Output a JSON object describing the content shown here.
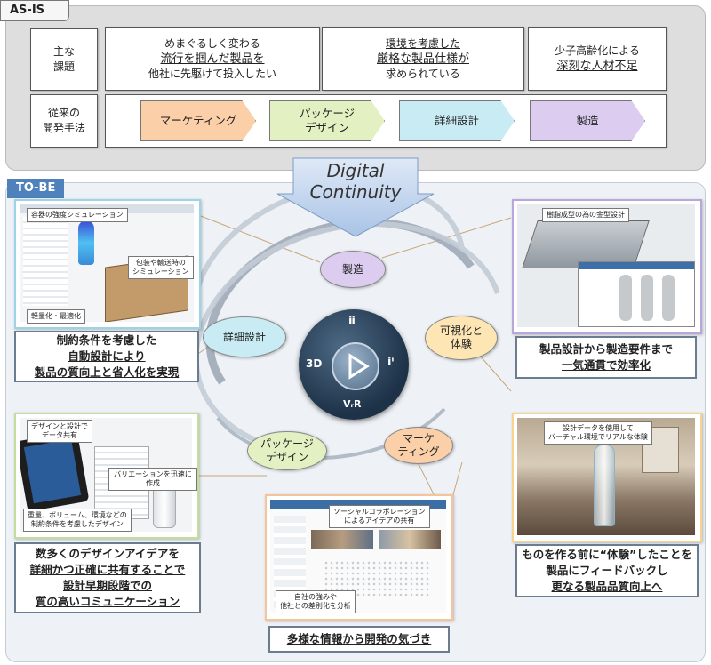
{
  "asis": {
    "tag": "AS-IS",
    "row1_label": [
      "主な",
      "課題"
    ],
    "challenges": [
      {
        "l1": "めまぐるしく変わる",
        "l2": "流行を掴んだ製品を",
        "l3": "他社に先駆けて投入したい"
      },
      {
        "l1": "環境を考慮した",
        "l2": "厳格な製品仕様が",
        "l3": "求められている"
      },
      {
        "l1": "少子高齢化による",
        "l2": "深刻な人材不足"
      }
    ],
    "row2_label": [
      "従来の",
      "開発手法"
    ],
    "process": [
      {
        "label": "マーケティング",
        "color": "#fbcfa8"
      },
      {
        "label": "パッケージ\nデザイン",
        "color": "#e3f1c2"
      },
      {
        "label": "詳細設計",
        "color": "#c9ecf4"
      },
      {
        "label": "製造",
        "color": "#dccdf0"
      }
    ]
  },
  "center": {
    "banner": [
      "Digital",
      "Continuity"
    ],
    "logo": {
      "top": "ⅱ",
      "left": "3D",
      "right": "iⁱ",
      "bottom": "VᵣR"
    }
  },
  "tobe": {
    "tag": "TO-BE",
    "ovals": {
      "manufacturing": "製造",
      "detail": "詳細設計",
      "package": [
        "パッケージ",
        "デザイン"
      ],
      "marketing": [
        "マーケ",
        "ティング"
      ],
      "visualize": [
        "可視化と",
        "体験"
      ]
    },
    "topleft": {
      "note1": "容器の強度シミュレーション",
      "note2": "包装や輸送時の\nシミュレーション",
      "note3": "軽量化・最適化",
      "caption": [
        "制約条件を考慮した",
        "自動設計により",
        "製品の質向上と省人化を実現"
      ]
    },
    "topright": {
      "note1": "樹脂成型の為の金型設計",
      "caption": [
        "製品設計から製造要件まで",
        "一気通貫で効率化"
      ]
    },
    "bottomleft": {
      "note1": "デザインと設計で\nデータ共有",
      "note2": "バリエーションを迅速に作成",
      "note3": "重量、ボリューム、環境などの\n制約条件を考慮したデザイン",
      "caption": [
        "数多くのデザインアイデアを",
        "詳細かつ正確に共有することで",
        "設計早期段階での",
        "質の高いコミュニケーション"
      ]
    },
    "bottommid": {
      "note1": "ソーシャルコラボレーション\nによるアイデアの共有",
      "note2": "自社の強みや\n他社との差別化を分析",
      "caption": "多様な情報から開発の気づき"
    },
    "bottomright": {
      "note1": "設計データを使用して\nバーチャル環境でリアルな体験",
      "caption": [
        "ものを作る前に“体験”したことを",
        "製品にフィードバックし",
        "更なる製品品質向上へ"
      ]
    }
  }
}
